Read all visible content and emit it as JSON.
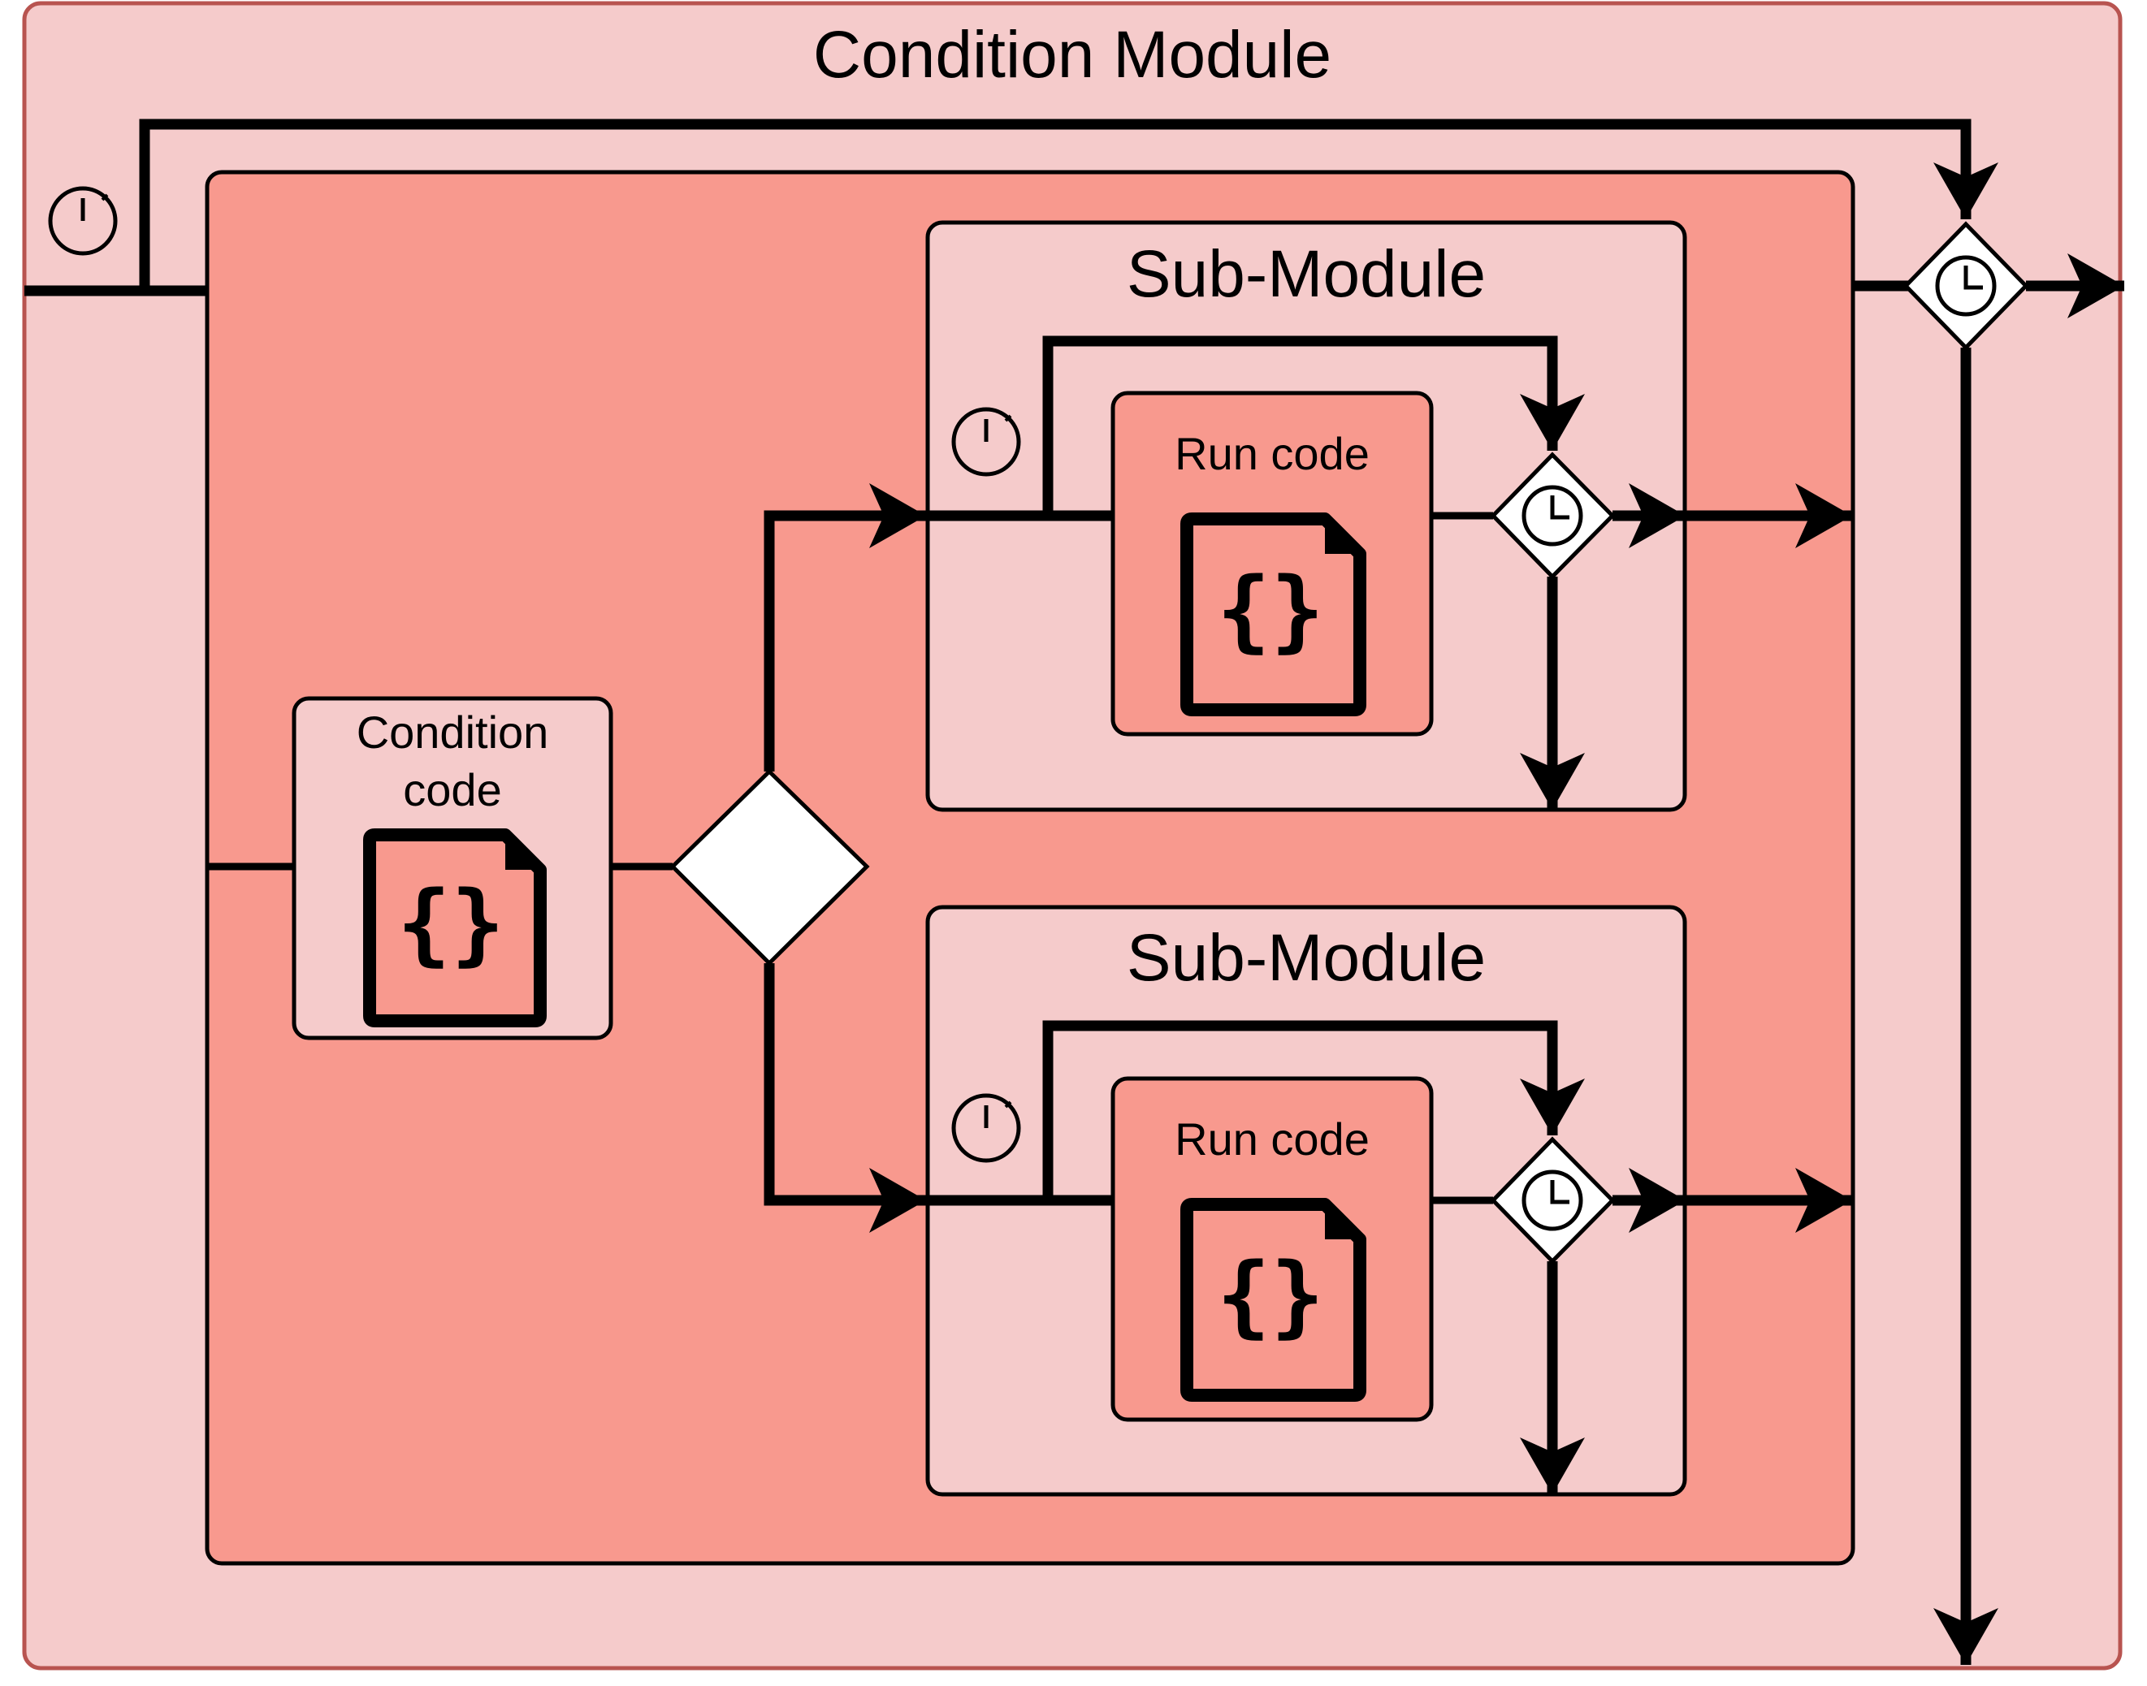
{
  "colors": {
    "outer_fill": "#F5CBCB",
    "outer_stroke": "#B85450",
    "inner_fill": "#F8998E",
    "white": "#FFFFFF",
    "line": "#000000"
  },
  "condition_module": {
    "title": "Condition Module",
    "start_icon": "timer-icon",
    "end_gateway_icon": "clock-icon"
  },
  "condition_code": {
    "line1": "Condition",
    "line2": "code",
    "icon": "code-file-icon",
    "icon_glyph": "{}"
  },
  "decision_gateway": {
    "icon": "exclusive-gateway-icon"
  },
  "sub_modules": [
    {
      "title": "Sub-Module",
      "run_code_label": "Run code",
      "icon": "code-file-icon",
      "icon_glyph": "{}",
      "start_icon": "timer-icon",
      "gateway_icon": "clock-icon"
    },
    {
      "title": "Sub-Module",
      "run_code_label": "Run code",
      "icon": "code-file-icon",
      "icon_glyph": "{}",
      "start_icon": "timer-icon",
      "gateway_icon": "clock-icon"
    }
  ]
}
